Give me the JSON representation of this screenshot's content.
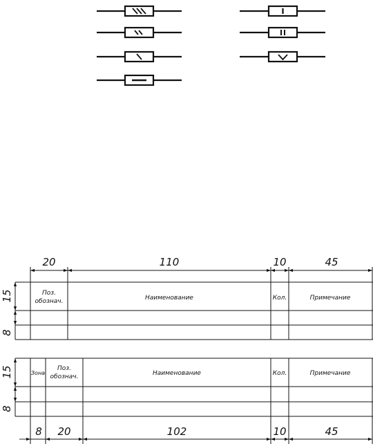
{
  "table_top": {
    "widths": [
      "20",
      "110",
      "10",
      "45"
    ],
    "heights": [
      "15",
      "8"
    ],
    "headers": {
      "designation": [
        "Поз.",
        "обознач."
      ],
      "name": "Наименование",
      "qty": "Кол.",
      "note": "Примечание"
    }
  },
  "table_bottom": {
    "widths": [
      "8",
      "20",
      "102",
      "10",
      "45"
    ],
    "heights": [
      "15",
      "8"
    ],
    "headers": {
      "zone": "Зона",
      "designation": [
        "Поз.",
        "обознач."
      ],
      "name": "Наименование",
      "qty": "Кол.",
      "note": "Примечание"
    }
  }
}
